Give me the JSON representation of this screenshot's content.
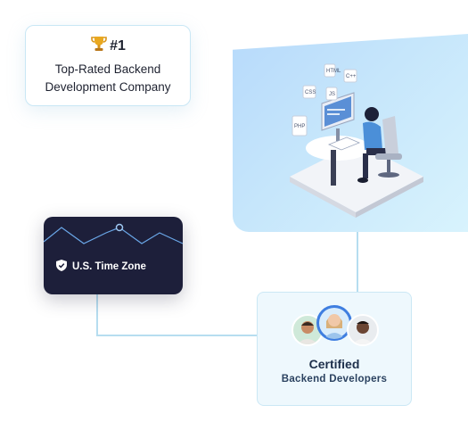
{
  "rated_card": {
    "trophy_icon": "trophy-icon",
    "rank": "#1",
    "line1": "Top-Rated Backend",
    "line2": "Development Company"
  },
  "illustration": {
    "tags": [
      "HTML",
      "CSS",
      "JS",
      "C++",
      "PHP"
    ]
  },
  "timezone_card": {
    "icon": "shield-check-icon",
    "label": "U.S. Time Zone"
  },
  "certified_card": {
    "title": "Certified",
    "subtitle": "Backend Developers"
  },
  "colors": {
    "accent": "#b6ddf0",
    "dark_card": "#1d1f3a",
    "panel_start": "#b7dafb",
    "panel_end": "#d8f3fd"
  }
}
